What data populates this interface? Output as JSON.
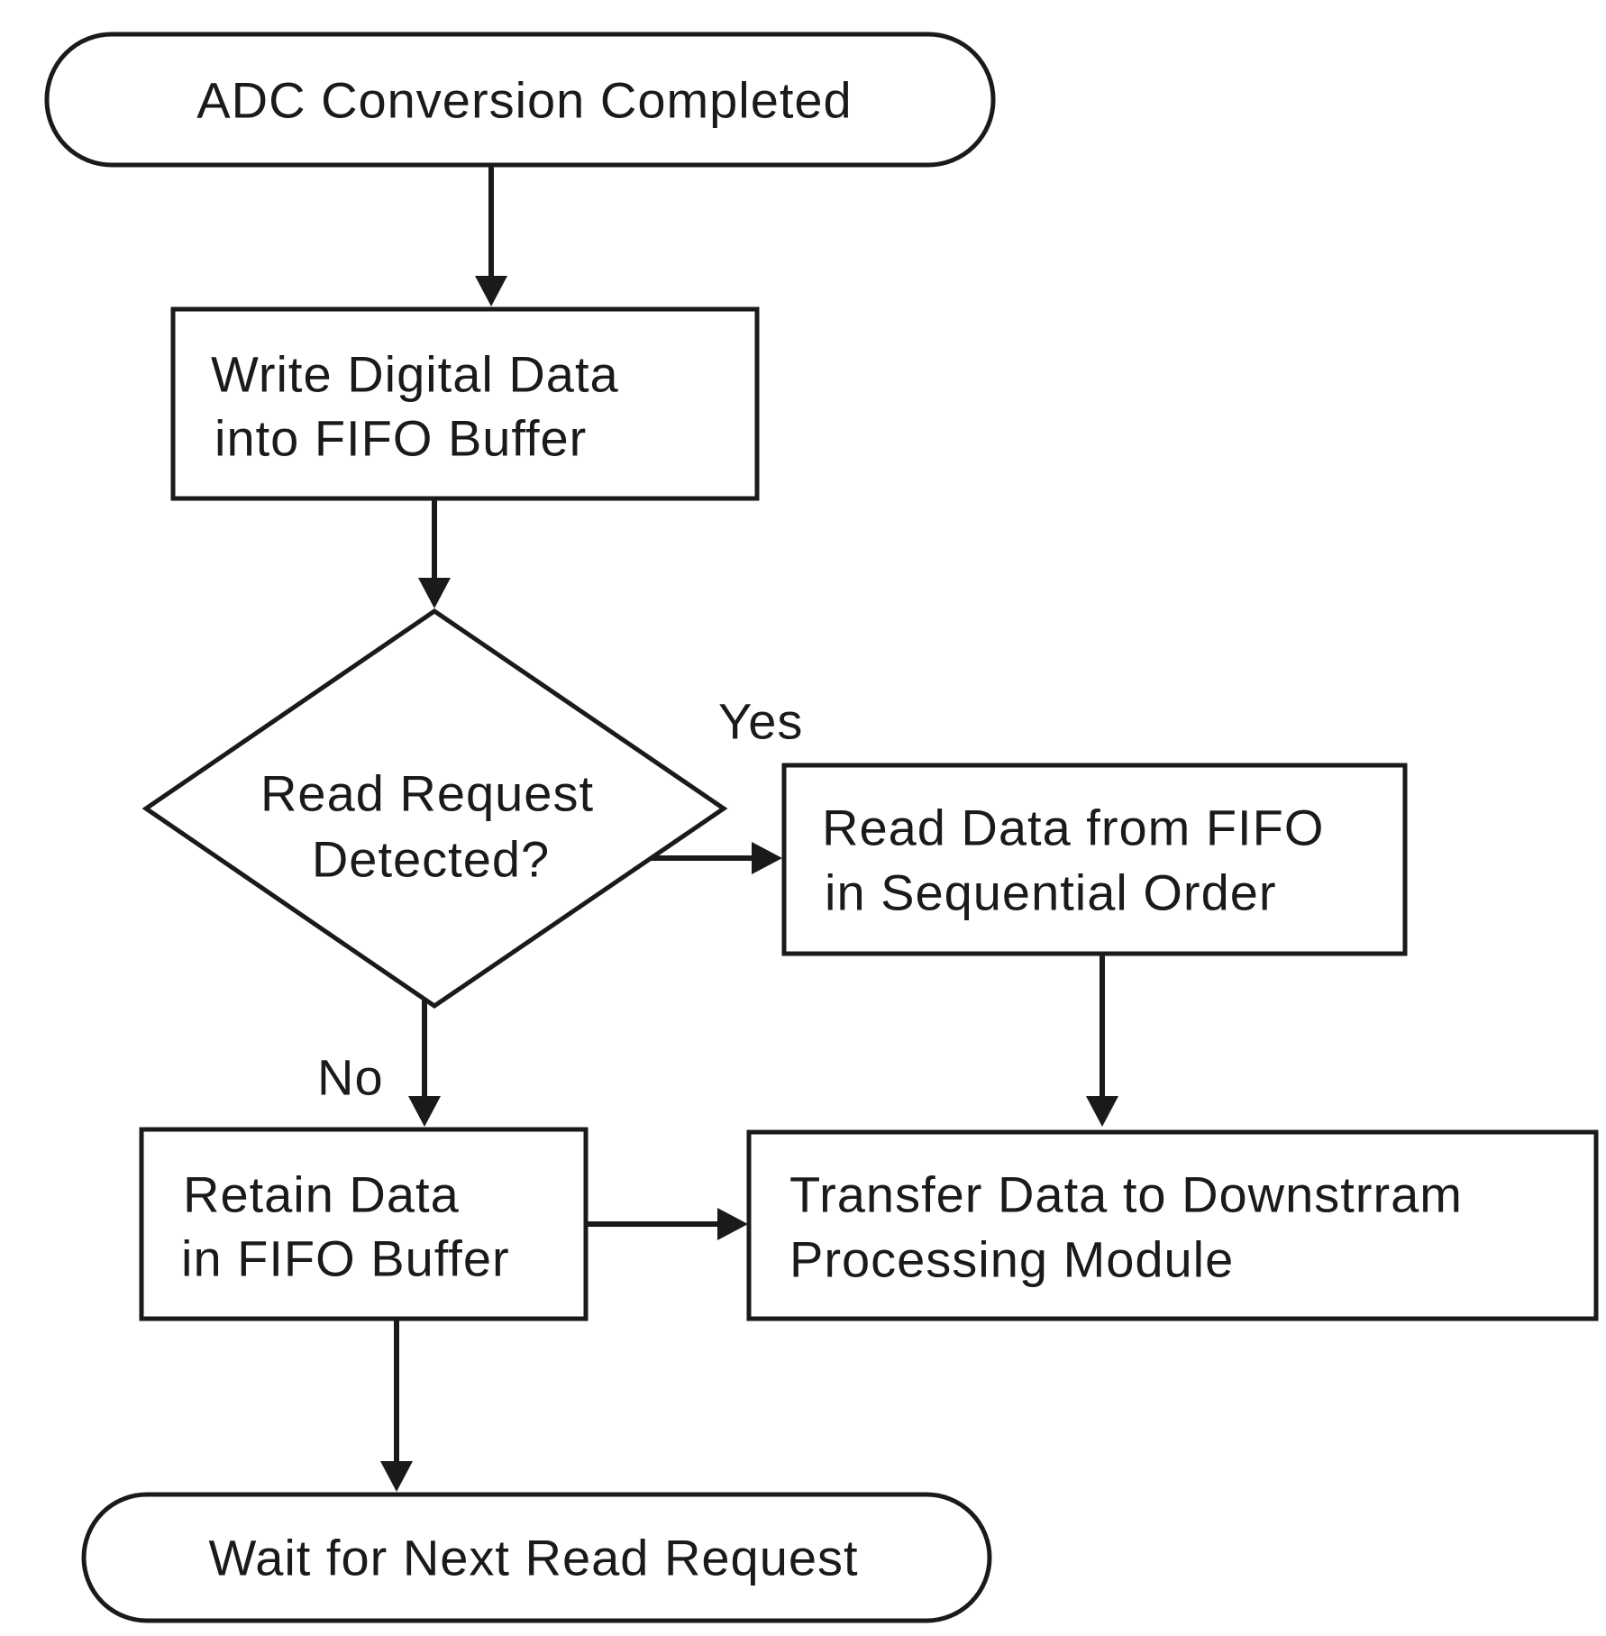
{
  "flowchart": {
    "start_label": "ADC Conversion Completed",
    "write_label": [
      "Write Digital Data",
      "into FIFO Buffer"
    ],
    "decision_label": [
      "Read Request",
      "Detected?"
    ],
    "yes_label": "Yes",
    "no_label": "No",
    "read_label": [
      "Read Data from FIFO",
      "in Sequential Order"
    ],
    "retain_label": [
      "Retain Data",
      "in FIFO Buffer"
    ],
    "transfer_label": [
      "Transfer Data to Downstrram",
      "Processing Module"
    ],
    "end_label": "Wait for Next Read Request"
  },
  "colors": {
    "stroke": "#1a1a1a",
    "fill": "#ffffff",
    "text": "#1a1a1a"
  }
}
